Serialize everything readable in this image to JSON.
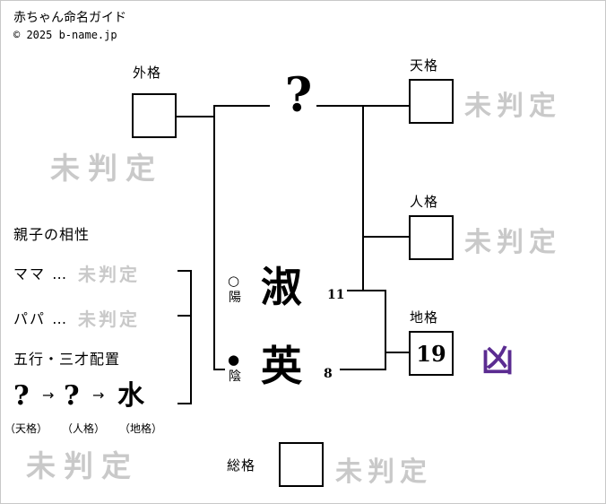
{
  "header": {
    "title": "赤ちゃん命名ガイド",
    "copyright": "© 2025 b-name.jp"
  },
  "kaku": {
    "gaikaku": {
      "label": "外格",
      "value": "",
      "judgement": "未判定"
    },
    "tenkaku": {
      "label": "天格",
      "value": "",
      "judgement": "未判定"
    },
    "jinkaku": {
      "label": "人格",
      "value": "",
      "judgement": "未判定"
    },
    "chikaku": {
      "label": "地格",
      "value": "19",
      "judgement": "凶"
    },
    "soukaku": {
      "label": "総格",
      "value": "",
      "judgement": "未判定"
    }
  },
  "name": {
    "surname_char": "?",
    "given": [
      {
        "char": "淑",
        "strokes": "11",
        "yinyang_symbol": "○",
        "yinyang_label": "陽"
      },
      {
        "char": "英",
        "strokes": "8",
        "yinyang_symbol": "●",
        "yinyang_label": "陰"
      }
    ]
  },
  "compatibility": {
    "title": "親子の相性",
    "rows": [
      {
        "label": "ママ …",
        "value": "未判定"
      },
      {
        "label": "パパ …",
        "value": "未判定"
      }
    ]
  },
  "gogyou": {
    "title": "五行・三才配置",
    "arrow": "→",
    "items": [
      {
        "char": "?",
        "label": "（天格）"
      },
      {
        "char": "?",
        "label": "（人格）"
      },
      {
        "char": "水",
        "label": "（地格）"
      }
    ],
    "judgement": "未判定"
  },
  "colors": {
    "undetermined_gray": "#c9c9c9",
    "kyo_purple": "#5b2c91",
    "line_black": "#000000"
  }
}
